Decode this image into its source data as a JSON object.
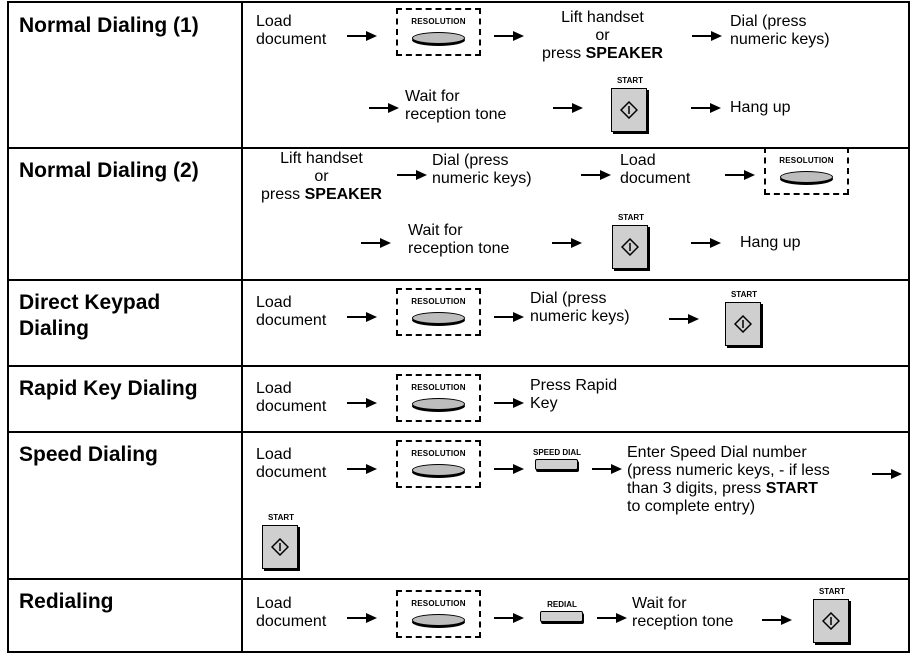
{
  "rows": [
    {
      "heading": "Normal Dialing (1)",
      "steps": {
        "load": "Load\ndocument",
        "lift_1": "Lift handset",
        "lift_or": "or",
        "lift_press": "press ",
        "speaker": "SPEAKER",
        "dial": "Dial (press\nnumeric keys)",
        "wait": "Wait for\nreception tone",
        "hang": "Hang up"
      }
    },
    {
      "heading": "Normal Dialing (2)",
      "steps": {
        "lift_1": "Lift handset",
        "lift_or": "or",
        "lift_press": "press ",
        "speaker": "SPEAKER",
        "dial": "Dial (press\nnumeric keys)",
        "load": "Load\ndocument",
        "wait": "Wait for\nreception tone",
        "hang": "Hang up"
      }
    },
    {
      "heading": "Direct Keypad\nDialing",
      "steps": {
        "load": "Load\ndocument",
        "dial": "Dial (press\nnumeric keys)"
      }
    },
    {
      "heading": "Rapid Key Dialing",
      "steps": {
        "load": "Load\ndocument",
        "press": "Press Rapid\nKey"
      }
    },
    {
      "heading": "Speed Dialing",
      "steps": {
        "load": "Load\ndocument",
        "enter_1": "Enter Speed Dial number",
        "enter_2": "(press numeric keys, - if less",
        "enter_3a": "than 3 digits, press ",
        "enter_3b": "START",
        "enter_4": "to complete entry)"
      }
    },
    {
      "heading": "Redialing",
      "steps": {
        "load": "Load\ndocument",
        "wait": "Wait for\nreception tone"
      }
    }
  ],
  "keys": {
    "resolution": "RESOLUTION",
    "start": "START",
    "speed_dial": "SPEED DIAL",
    "redial": "REDIAL"
  },
  "icons": {
    "arrow": "right-arrow-icon",
    "start_symbol": "diamond-start-icon"
  }
}
